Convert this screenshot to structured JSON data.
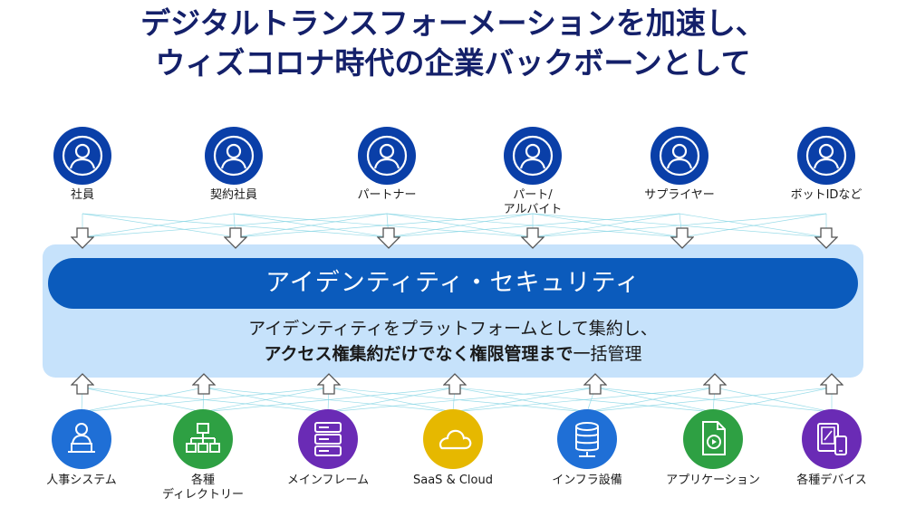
{
  "title": {
    "line1": "デジタルトランスフォーメーションを加速し、",
    "line2": "ウィズコロナ時代の企業バックボーンとして"
  },
  "users": [
    {
      "label": "社員",
      "icon": "user-icon"
    },
    {
      "label": "契約社員",
      "icon": "user-icon"
    },
    {
      "label": "パートナー",
      "icon": "user-icon"
    },
    {
      "label": "パート/",
      "label2": "アルバイト",
      "icon": "user-icon"
    },
    {
      "label": "サプライヤー",
      "icon": "user-icon"
    },
    {
      "label": "ボットIDなど",
      "icon": "user-icon"
    }
  ],
  "banner": {
    "label": "アイデンティティ・セキュリティ"
  },
  "description": {
    "line1": "アイデンティティをプラットフォームとして集約し、",
    "line2_bold": "アクセス権集約だけでなく権限管理まで",
    "line2_normal": "一括管理"
  },
  "systems": [
    {
      "label": "人事システム",
      "icon": "hr-user-laptop-icon",
      "color": "#1f6fd6"
    },
    {
      "label": "各種",
      "label2": "ディレクトリー",
      "icon": "directory-tree-icon",
      "color": "#2ea043"
    },
    {
      "label": "メインフレーム",
      "icon": "server-rack-icon",
      "color": "#6a2bb5"
    },
    {
      "label": "SaaS & Cloud",
      "icon": "cloud-icon",
      "color": "#e6b800"
    },
    {
      "label": "インフラ設備",
      "icon": "database-icon",
      "color": "#1f6fd6"
    },
    {
      "label": "アプリケーション",
      "icon": "app-document-icon",
      "color": "#2ea043"
    },
    {
      "label": "各種デバイス",
      "icon": "devices-icon",
      "color": "#6a2bb5"
    }
  ],
  "colors": {
    "title": "#14206a",
    "user_circle": "#0a3fa8",
    "banner": "#0b5bbc",
    "panel": "#c6e2fb",
    "connector": "#7fd3e3"
  }
}
